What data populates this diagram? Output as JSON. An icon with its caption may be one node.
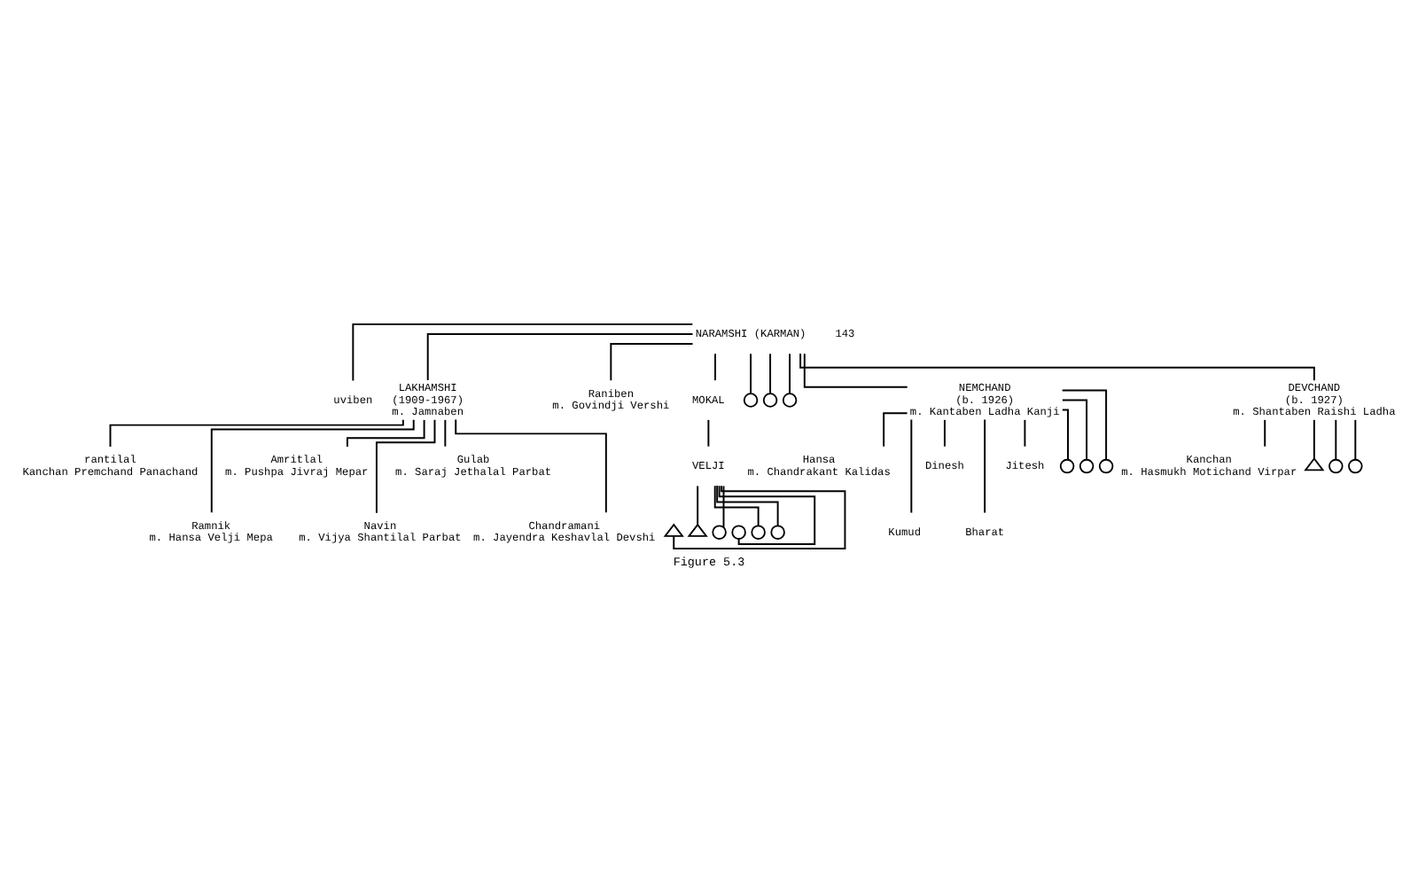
{
  "diagram": {
    "caption": "Figure 5.3",
    "nodes": [
      {
        "text": [
          "NARAMSHI (KARMAN)"
        ]
      },
      {
        "text": [
          "uviben"
        ]
      },
      {
        "text": [
          "LAKHAMSHI",
          "(1909-1967)",
          "m. Jamnaben"
        ]
      },
      {
        "text": [
          "Raniben",
          "m. Govindji Vershi"
        ]
      },
      {
        "text": [
          "MOKAL"
        ]
      },
      {
        "text": [],
        "shape": "circle"
      },
      {
        "text": [],
        "shape": "circle"
      },
      {
        "text": [],
        "shape": "circle"
      },
      {
        "text": [
          "NEMCHAND",
          "(b. 1926)",
          "m. Kantaben Ladha Kanji"
        ]
      },
      {
        "text": [
          "DEVCHAND",
          "(b. 1927)",
          "m. Shantaben Raishi Ladha"
        ]
      },
      {
        "text": [
          "rantilal",
          "Kanchan Premchand Panachand"
        ]
      },
      {
        "text": [
          "Ramnik",
          "m. Hansa Velji Mepa"
        ]
      },
      {
        "text": [
          "Amritlal",
          "m. Pushpa Jivraj Mepar"
        ]
      },
      {
        "text": [
          "Navin",
          "m. Vijya Shantilal Parbat"
        ]
      },
      {
        "text": [
          "Gulab",
          "m. Saraj Jethalal Parbat"
        ]
      },
      {
        "text": [
          "Chandramani",
          "m. Jayendra Keshavlal Devshi"
        ]
      },
      {
        "text": [
          "VELJI"
        ]
      },
      {
        "text": [],
        "shape": "triangle"
      },
      {
        "text": [],
        "shape": "triangle"
      },
      {
        "text": [],
        "shape": "circle"
      },
      {
        "text": [],
        "shape": "circle"
      },
      {
        "text": [],
        "shape": "circle"
      },
      {
        "text": [],
        "shape": "circle"
      },
      {
        "text": [
          "Hansa",
          "m. Chandrakant Kalidas"
        ]
      },
      {
        "text": [
          "Kumud"
        ]
      },
      {
        "text": [
          "Dinesh"
        ]
      },
      {
        "text": [
          "Bharat"
        ]
      },
      {
        "text": [
          "Jitesh"
        ]
      },
      {
        "text": [],
        "shape": "circle"
      },
      {
        "text": [],
        "shape": "circle"
      },
      {
        "text": [],
        "shape": "circle"
      },
      {
        "text": [
          "Kanchan",
          "m. Hasmukh Motichand Virpar"
        ]
      },
      {
        "text": [],
        "shape": "triangle"
      },
      {
        "text": [],
        "shape": "circle"
      },
      {
        "text": [],
        "shape": "circle"
      }
    ],
    "edges": [
      {
        "from": 0,
        "to": 1,
        "arrow": "none"
      },
      {
        "from": 0,
        "to": 2,
        "arrow": "none"
      },
      {
        "from": 0,
        "to": 3,
        "arrow": "none"
      },
      {
        "from": 0,
        "to": 4,
        "arrow": "none"
      },
      {
        "from": 0,
        "to": 5,
        "arrow": "none"
      },
      {
        "from": 0,
        "to": 6,
        "arrow": "none"
      },
      {
        "from": 0,
        "to": 7,
        "arrow": "none"
      },
      {
        "from": 0,
        "to": 8,
        "arrow": "none"
      },
      {
        "from": 0,
        "to": 9,
        "arrow": "none"
      },
      {
        "from": 2,
        "to": 10,
        "arrow": "none"
      },
      {
        "from": 2,
        "to": 11,
        "arrow": "none"
      },
      {
        "from": 2,
        "to": 12,
        "arrow": "none"
      },
      {
        "from": 2,
        "to": 13,
        "arrow": "none"
      },
      {
        "from": 2,
        "to": 14,
        "arrow": "none"
      },
      {
        "from": 2,
        "to": 15,
        "arrow": "none"
      },
      {
        "from": 4,
        "to": 16,
        "arrow": "none"
      },
      {
        "from": 16,
        "to": 17,
        "arrow": "none"
      },
      {
        "from": 16,
        "to": 18,
        "arrow": "none"
      },
      {
        "from": 16,
        "to": 19,
        "arrow": "none"
      },
      {
        "from": 16,
        "to": 20,
        "arrow": "none"
      },
      {
        "from": 16,
        "to": 21,
        "arrow": "none"
      },
      {
        "from": 16,
        "to": 22,
        "arrow": "none"
      },
      {
        "from": 8,
        "to": 23,
        "arrow": "none"
      },
      {
        "from": 8,
        "to": 24,
        "arrow": "none"
      },
      {
        "from": 8,
        "to": 25,
        "arrow": "none"
      },
      {
        "from": 8,
        "to": 26,
        "arrow": "none"
      },
      {
        "from": 8,
        "to": 27,
        "arrow": "none"
      },
      {
        "from": 8,
        "to": 28,
        "arrow": "none"
      },
      {
        "from": 8,
        "to": 29,
        "arrow": "none"
      },
      {
        "from": 8,
        "to": 30,
        "arrow": "none"
      },
      {
        "from": 9,
        "to": 31,
        "arrow": "none"
      },
      {
        "from": 9,
        "to": 32,
        "arrow": "none"
      },
      {
        "from": 9,
        "to": 33,
        "arrow": "none"
      },
      {
        "from": 9,
        "to": 34,
        "arrow": "none"
      }
    ],
    "labels": [
      "143"
    ]
  }
}
